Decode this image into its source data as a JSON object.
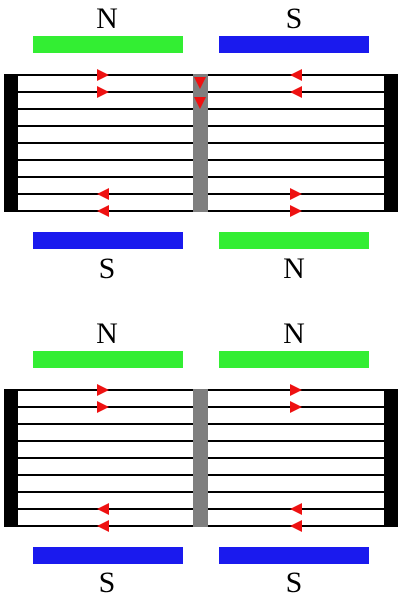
{
  "colors": {
    "north": "#33ee33",
    "south": "#1a1aee",
    "wire": "#000000",
    "separator": "#7f7f7f",
    "arrow": "#ee1111",
    "end_bar": "#000000"
  },
  "panels": [
    {
      "id": "top",
      "top_magnets": [
        {
          "pole": "N",
          "label": "N"
        },
        {
          "pole": "S",
          "label": "S"
        }
      ],
      "bottom_magnets": [
        {
          "pole": "S",
          "label": "S"
        },
        {
          "pole": "N",
          "label": "N"
        }
      ],
      "arrows": {
        "left_top": "right",
        "right_top": "left",
        "center_top": "down",
        "left_bottom": "left",
        "right_bottom": "right"
      }
    },
    {
      "id": "bottom",
      "top_magnets": [
        {
          "pole": "N",
          "label": "N"
        },
        {
          "pole": "N",
          "label": "N"
        }
      ],
      "bottom_magnets": [
        {
          "pole": "S",
          "label": "S"
        },
        {
          "pole": "S",
          "label": "S"
        }
      ],
      "arrows": {
        "left_top": "right",
        "right_top": "right",
        "center_top": "none",
        "left_bottom": "left",
        "right_bottom": "left"
      }
    }
  ]
}
